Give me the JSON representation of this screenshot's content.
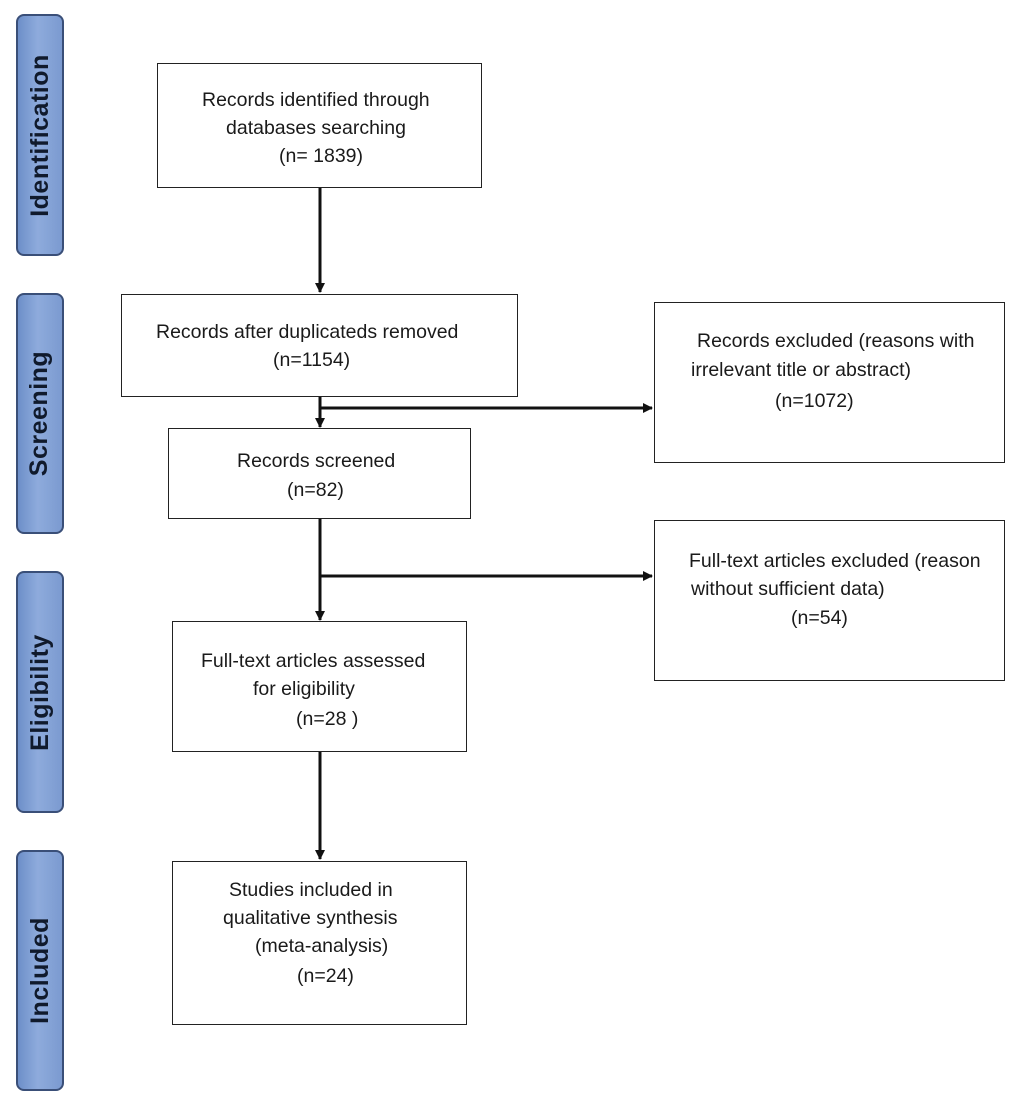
{
  "stages": {
    "identification": "Identification",
    "screening": "Screening",
    "eligibility": "Eligibility",
    "included": "Included"
  },
  "boxes": {
    "identified": {
      "lines": [
        "Records identified through",
        "databases searching",
        "(n= 1839)"
      ]
    },
    "after_duplicates": {
      "lines": [
        "Records after duplicateds removed",
        "(n=1154)"
      ]
    },
    "excluded": {
      "lines": [
        "Records excluded (reasons with",
        "irrelevant title or abstract)",
        "(n=1072)"
      ]
    },
    "screened": {
      "lines": [
        "Records screened",
        "(n=82)"
      ]
    },
    "fulltext_excluded": {
      "lines": [
        "Full-text articles excluded (reason",
        "without sufficient data)",
        "(n=54)"
      ]
    },
    "assessed": {
      "lines": [
        "Full-text articles assessed",
        "for eligibility",
        "(n=28 )"
      ]
    },
    "included": {
      "lines": [
        "Studies included in",
        "qualitative synthesis",
        "(meta-analysis)",
        "(n=24)"
      ]
    }
  },
  "colors": {
    "stage_fill": "#7f9fd4",
    "stage_border": "#3a4f78",
    "stroke": "#111111"
  }
}
